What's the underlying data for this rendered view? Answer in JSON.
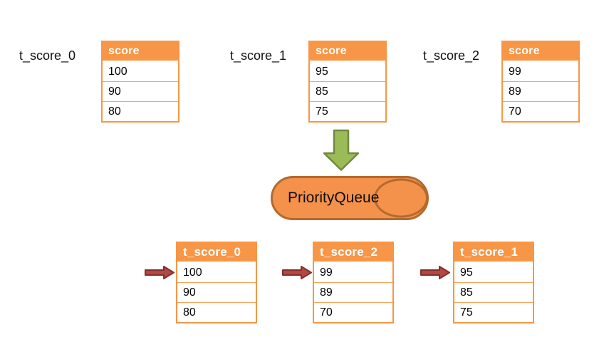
{
  "diagram": {
    "top_tables": [
      {
        "label": "t_score_0",
        "header": "score",
        "rows": [
          "100",
          "90",
          "80"
        ]
      },
      {
        "label": "t_score_1",
        "header": "score",
        "rows": [
          "95",
          "85",
          "75"
        ]
      },
      {
        "label": "t_score_2",
        "header": "score",
        "rows": [
          "99",
          "89",
          "70"
        ]
      }
    ],
    "queue_label": "PriorityQueue",
    "bottom_tables": [
      {
        "header": "t_score_0",
        "rows": [
          "100",
          "90",
          "80"
        ]
      },
      {
        "header": "t_score_2",
        "rows": [
          "99",
          "89",
          "70"
        ]
      },
      {
        "header": "t_score_1",
        "rows": [
          "95",
          "85",
          "75"
        ]
      }
    ]
  },
  "colors": {
    "table_accent": "#F79646",
    "row_divider": "#F9A45C",
    "queue_fill": "#F4914A",
    "queue_stroke": "#B26A2E",
    "down_arrow_fill": "#9BBB59",
    "down_arrow_stroke": "#71893F",
    "pointer_arrow_fill": "#B24743",
    "pointer_arrow_stroke": "#822F2B",
    "header_text": "#FFFFFF",
    "body_text": "#000000"
  }
}
